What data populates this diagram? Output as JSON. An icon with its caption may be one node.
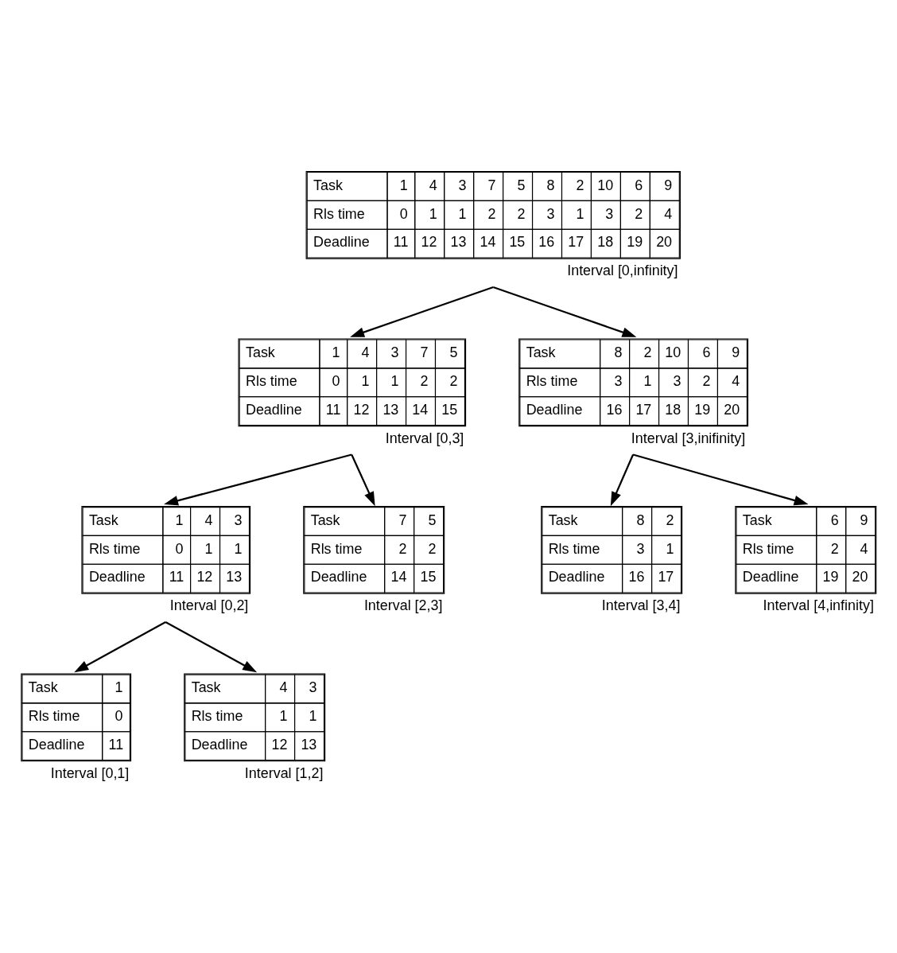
{
  "diagram": {
    "nodes": [
      {
        "text": [
          "Task",
          "1",
          "4",
          "3",
          "7",
          "5",
          "8",
          "2",
          "10",
          "6",
          "9",
          "Rls time",
          "0",
          "1",
          "1",
          "2",
          "2",
          "3",
          "1",
          "3",
          "2",
          "4",
          "Deadline",
          "11",
          "12",
          "13",
          "14",
          "15",
          "16",
          "17",
          "18",
          "19",
          "20"
        ],
        "beside": [
          "Interval [0,infinity]"
        ]
      },
      {
        "text": [
          "Task",
          "1",
          "4",
          "3",
          "7",
          "5",
          "Rls time",
          "0",
          "1",
          "1",
          "2",
          "2",
          "Deadline",
          "11",
          "12",
          "13",
          "14",
          "15"
        ],
        "beside": [
          "Interval [0,3]"
        ]
      },
      {
        "text": [
          "Task",
          "8",
          "2",
          "10",
          "6",
          "9",
          "Rls time",
          "3",
          "1",
          "3",
          "2",
          "4",
          "Deadline",
          "16",
          "17",
          "18",
          "19",
          "20"
        ],
        "beside": [
          "Interval [3,inifinity]"
        ]
      },
      {
        "text": [
          "Task",
          "1",
          "4",
          "3",
          "Rls time",
          "0",
          "1",
          "1",
          "Deadline",
          "11",
          "12",
          "13"
        ],
        "beside": [
          "Interval [0,2]"
        ]
      },
      {
        "text": [
          "Task",
          "7",
          "5",
          "Rls time",
          "2",
          "2",
          "Deadline",
          "14",
          "15"
        ],
        "beside": [
          "Interval [2,3]"
        ]
      },
      {
        "text": [
          "Task",
          "8",
          "2",
          "Rls time",
          "3",
          "1",
          "Deadline",
          "16",
          "17"
        ],
        "beside": [
          "Interval [3,4]"
        ]
      },
      {
        "text": [
          "Task",
          "6",
          "9",
          "Rls time",
          "2",
          "4",
          "Deadline",
          "19",
          "20"
        ],
        "beside": [
          "Interval [4,infinity]"
        ]
      },
      {
        "text": [
          "Task",
          "1",
          "Rls time",
          "0",
          "Deadline",
          "11"
        ],
        "beside": [
          "Interval [0,1]"
        ]
      },
      {
        "text": [
          "Task",
          "4",
          "3",
          "Rls time",
          "1",
          "1",
          "Deadline",
          "12",
          "13"
        ],
        "beside": [
          "Interval [1,2]"
        ]
      }
    ],
    "edges": [
      {
        "from": 0,
        "to": 1,
        "arrow": "to"
      },
      {
        "from": 0,
        "to": 2,
        "arrow": "to"
      },
      {
        "from": 1,
        "to": 3,
        "arrow": "to"
      },
      {
        "from": 1,
        "to": 4,
        "arrow": "to"
      },
      {
        "from": 2,
        "to": 5,
        "arrow": "to"
      },
      {
        "from": 2,
        "to": 6,
        "arrow": "to"
      },
      {
        "from": 3,
        "to": 7,
        "arrow": "to"
      },
      {
        "from": 3,
        "to": 8,
        "arrow": "to"
      }
    ]
  }
}
